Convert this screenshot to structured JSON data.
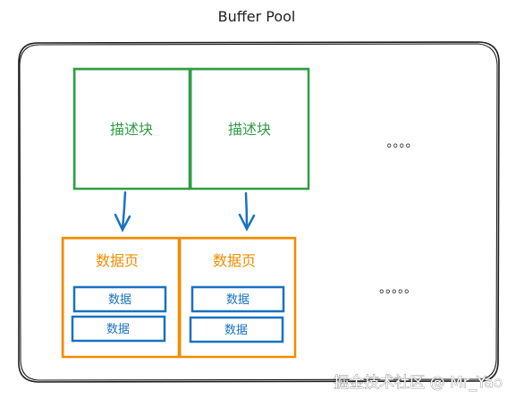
{
  "title": "Buffer Pool",
  "descriptor_blocks": [
    {
      "label": "描述块"
    },
    {
      "label": "描述块"
    }
  ],
  "descriptor_ellipsis": "。。。。",
  "data_pages": [
    {
      "label": "数据页",
      "items": [
        "数据",
        "数据"
      ]
    },
    {
      "label": "数据页",
      "items": [
        "数据",
        "数据"
      ]
    }
  ],
  "data_page_ellipsis": "。。。。。",
  "watermark": "掘金技术社区 @ Mr_Yao",
  "colors": {
    "frame": "#1e1e1e",
    "descriptor": "#2f9e44",
    "page": "#f08c00",
    "data": "#1971c2",
    "arrow": "#1971c2",
    "watermark": "#ffffff"
  }
}
